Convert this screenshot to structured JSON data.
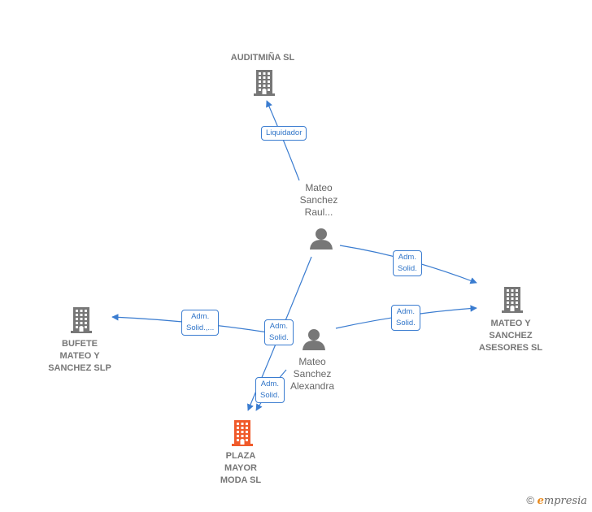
{
  "nodes": {
    "auditmina": {
      "label": "AUDITMIÑA  SL",
      "kind": "company"
    },
    "mateo_raul": {
      "label": "Mateo\nSanchez\nRaul...",
      "kind": "person"
    },
    "mateo_alexandra": {
      "label": "Mateo\nSanchez\nAlexandra",
      "kind": "person"
    },
    "bufete": {
      "label": "BUFETE\nMATEO Y\nSANCHEZ SLP",
      "kind": "company"
    },
    "asesores": {
      "label": "MATEO Y\nSANCHEZ\nASESORES  SL",
      "kind": "company"
    },
    "plaza": {
      "label": "PLAZA\nMAYOR\nMODA  SL",
      "kind": "company",
      "focus": true
    }
  },
  "edges": [
    {
      "from": "mateo_raul",
      "to": "auditmina",
      "label": "Liquidador"
    },
    {
      "from": "mateo_raul",
      "to": "asesores",
      "label": "Adm.\nSolid."
    },
    {
      "from": "mateo_raul",
      "to": "plaza",
      "label": "Adm.\nSolid."
    },
    {
      "from": "mateo_alexandra",
      "to": "asesores",
      "label": "Adm.\nSolid."
    },
    {
      "from": "mateo_alexandra",
      "to": "bufete",
      "label": "Adm.\nSolid.,..."
    },
    {
      "from": "mateo_alexandra",
      "to": "plaza",
      "label": "Adm.\nSolid."
    }
  ],
  "colors": {
    "edge": "#3a7cd0",
    "company_icon": "#777777",
    "focus_icon": "#f05a2a",
    "person_icon": "#777777"
  },
  "watermark": {
    "symbol": "©",
    "brand_e": "e",
    "brand_rest": "mpresia"
  }
}
